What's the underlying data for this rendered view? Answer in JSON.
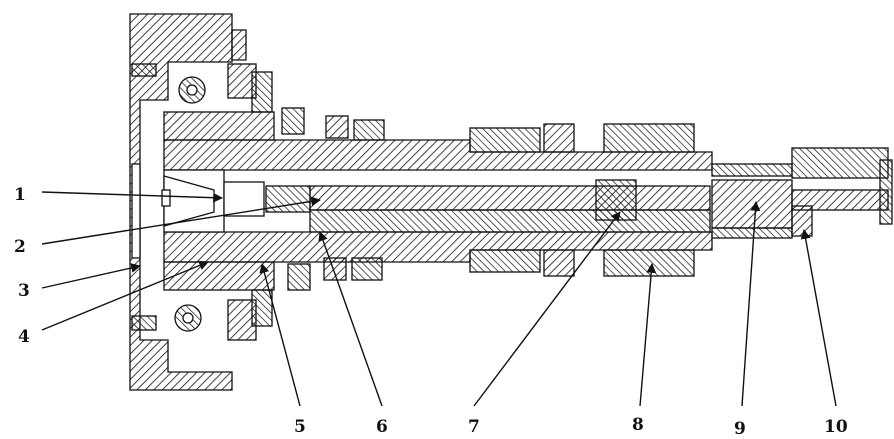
{
  "callouts": [
    {
      "id": "1",
      "label": "1"
    },
    {
      "id": "2",
      "label": "2"
    },
    {
      "id": "3",
      "label": "3"
    },
    {
      "id": "4",
      "label": "4"
    },
    {
      "id": "5",
      "label": "5"
    },
    {
      "id": "6",
      "label": "6"
    },
    {
      "id": "7",
      "label": "7"
    },
    {
      "id": "8",
      "label": "8"
    },
    {
      "id": "9",
      "label": "9"
    },
    {
      "id": "10",
      "label": "10"
    }
  ],
  "colors": {
    "ink": "#111111",
    "paper": "#ffffff"
  }
}
